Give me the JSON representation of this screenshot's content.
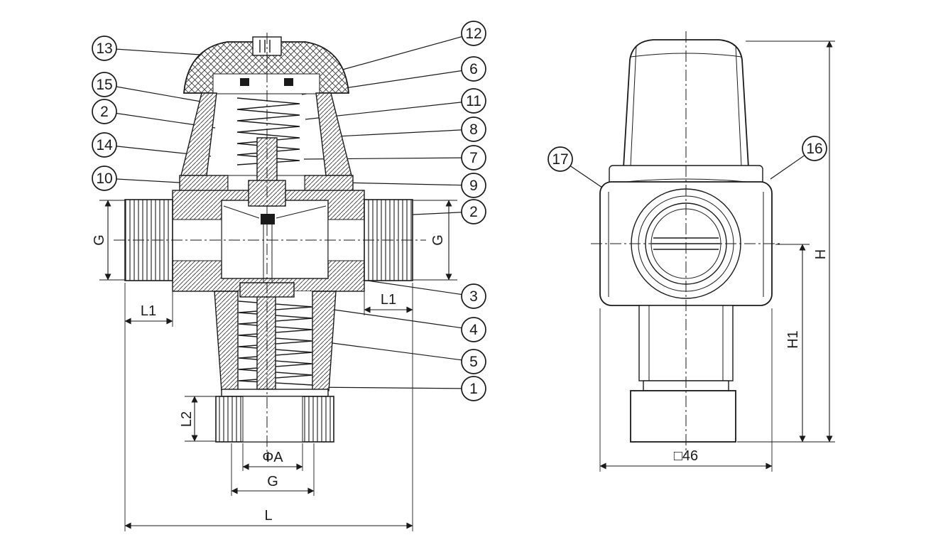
{
  "left_view": {
    "callouts_left": [
      {
        "num": "13"
      },
      {
        "num": "15"
      },
      {
        "num": "2"
      },
      {
        "num": "14"
      },
      {
        "num": "10"
      }
    ],
    "callouts_right": [
      {
        "num": "12"
      },
      {
        "num": "6"
      },
      {
        "num": "11"
      },
      {
        "num": "8"
      },
      {
        "num": "7"
      },
      {
        "num": "9"
      },
      {
        "num": "2"
      },
      {
        "num": "3"
      },
      {
        "num": "4"
      },
      {
        "num": "5"
      },
      {
        "num": "1"
      }
    ],
    "dims": {
      "g_left": "G",
      "g_right": "G",
      "l1_left": "L1",
      "l1_right": "L1",
      "l2": "L2",
      "phi_a": "ΦA",
      "g_bottom": "G",
      "l": "L"
    }
  },
  "front_view": {
    "callouts": [
      {
        "num": "17"
      },
      {
        "num": "16"
      }
    ],
    "dims": {
      "h": "H",
      "h1": "H1",
      "width_square": "□46"
    }
  }
}
